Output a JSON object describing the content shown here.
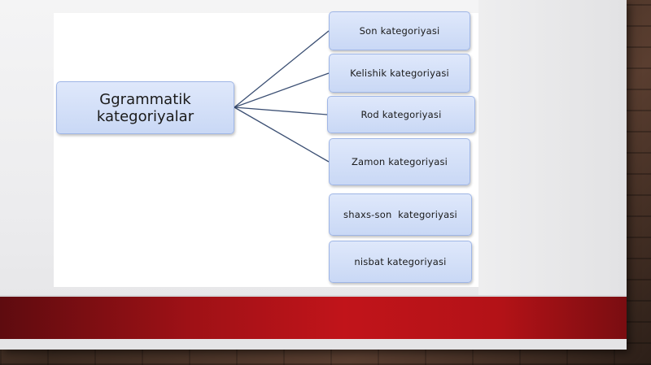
{
  "diagram": {
    "root": {
      "label": "Ggrammatik kategoriyalar"
    },
    "children": [
      {
        "label": "Son kategoriyasi"
      },
      {
        "label": "Kelishik kategoriyasi"
      },
      {
        "label": "Rod kategoriyasi"
      },
      {
        "label": "Zamon kategoriyasi"
      },
      {
        "label": "shaxs-son  kategoriyasi"
      },
      {
        "label": "nisbat kategoriyasi"
      }
    ]
  },
  "colors": {
    "box_fill": "#d4e0f8",
    "box_border": "#9fb6e6",
    "connector": "#3b4f73",
    "accent_bar": "#b31217"
  }
}
